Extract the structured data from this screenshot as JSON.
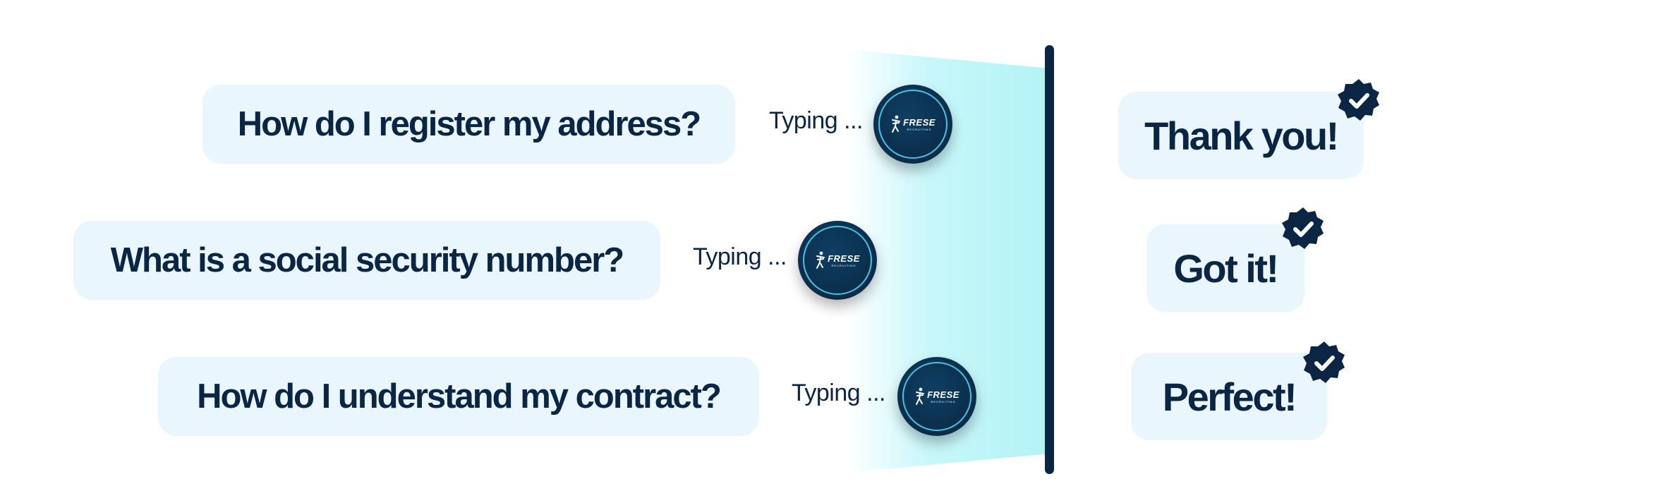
{
  "colors": {
    "navy": "#0b2545",
    "bubble": "#eaf6fd",
    "beam": "#b2f3f6",
    "ring": "#49c3e0"
  },
  "avatar": {
    "logo_name": "FRESE",
    "logo_sub": "RECRUITING",
    "icon": "frese-logo-icon"
  },
  "chat": [
    {
      "question": "How do I register my address?",
      "typing": "Typing ..."
    },
    {
      "question": "What is a social security number?",
      "typing": "Typing ..."
    },
    {
      "question": "How do I understand my contract?",
      "typing": "Typing ..."
    }
  ],
  "answers": [
    {
      "text": "Thank you!",
      "icon": "check-badge-icon"
    },
    {
      "text": "Got it!",
      "icon": "check-badge-icon"
    },
    {
      "text": "Perfect!",
      "icon": "check-badge-icon"
    }
  ]
}
